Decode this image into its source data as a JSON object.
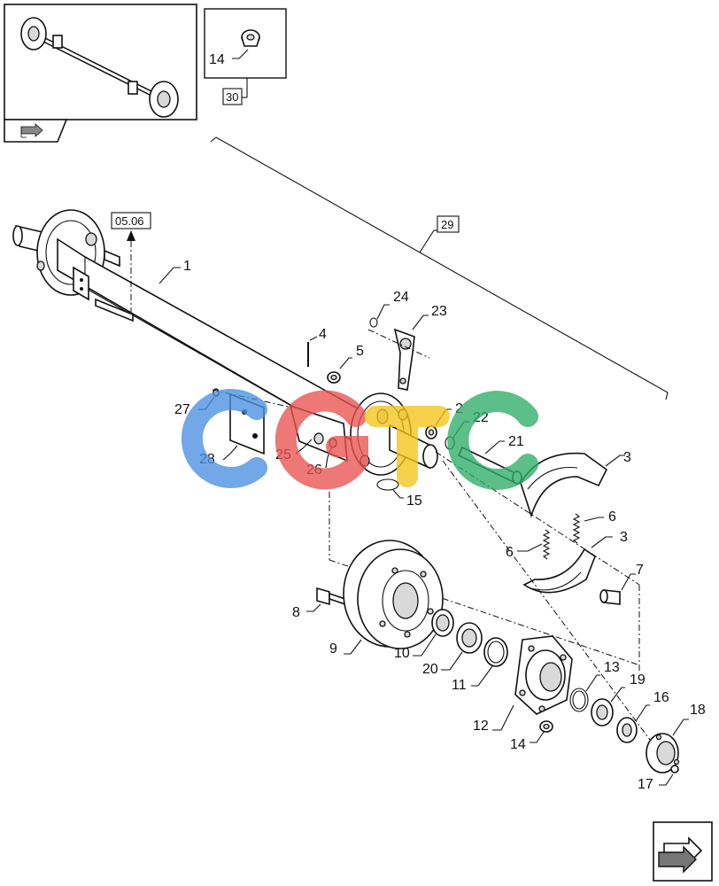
{
  "diagram": {
    "part_labels": {
      "p1": "1",
      "p2": "2",
      "p3a": "3",
      "p3b": "3",
      "p4": "4",
      "p5": "5",
      "p6a": "6",
      "p6b": "6",
      "p7": "7",
      "p8": "8",
      "p9": "9",
      "p10": "10",
      "p11": "11",
      "p12": "12",
      "p13": "13",
      "p14a": "14",
      "p14b": "14",
      "p15": "15",
      "p16": "16",
      "p17": "17",
      "p18": "18",
      "p19": "19",
      "p20": "20",
      "p21": "21",
      "p22": "22",
      "p23": "23",
      "p24": "24",
      "p25": "25",
      "p26": "26",
      "p27": "27",
      "p28": "28"
    },
    "ref_boxes": {
      "ref_0506": "05.06",
      "ref_29": "29",
      "ref_30": "30"
    },
    "watermark": {
      "letters": [
        "C",
        "G",
        "T",
        "C"
      ],
      "colors": [
        "#4a90e2",
        "#e8534f",
        "#f5c518",
        "#2fae6a"
      ]
    },
    "icons": {
      "thumbnail_nav": "prev-page-arrow-icon",
      "corner_nav": "next-page-arrow-icon"
    }
  }
}
